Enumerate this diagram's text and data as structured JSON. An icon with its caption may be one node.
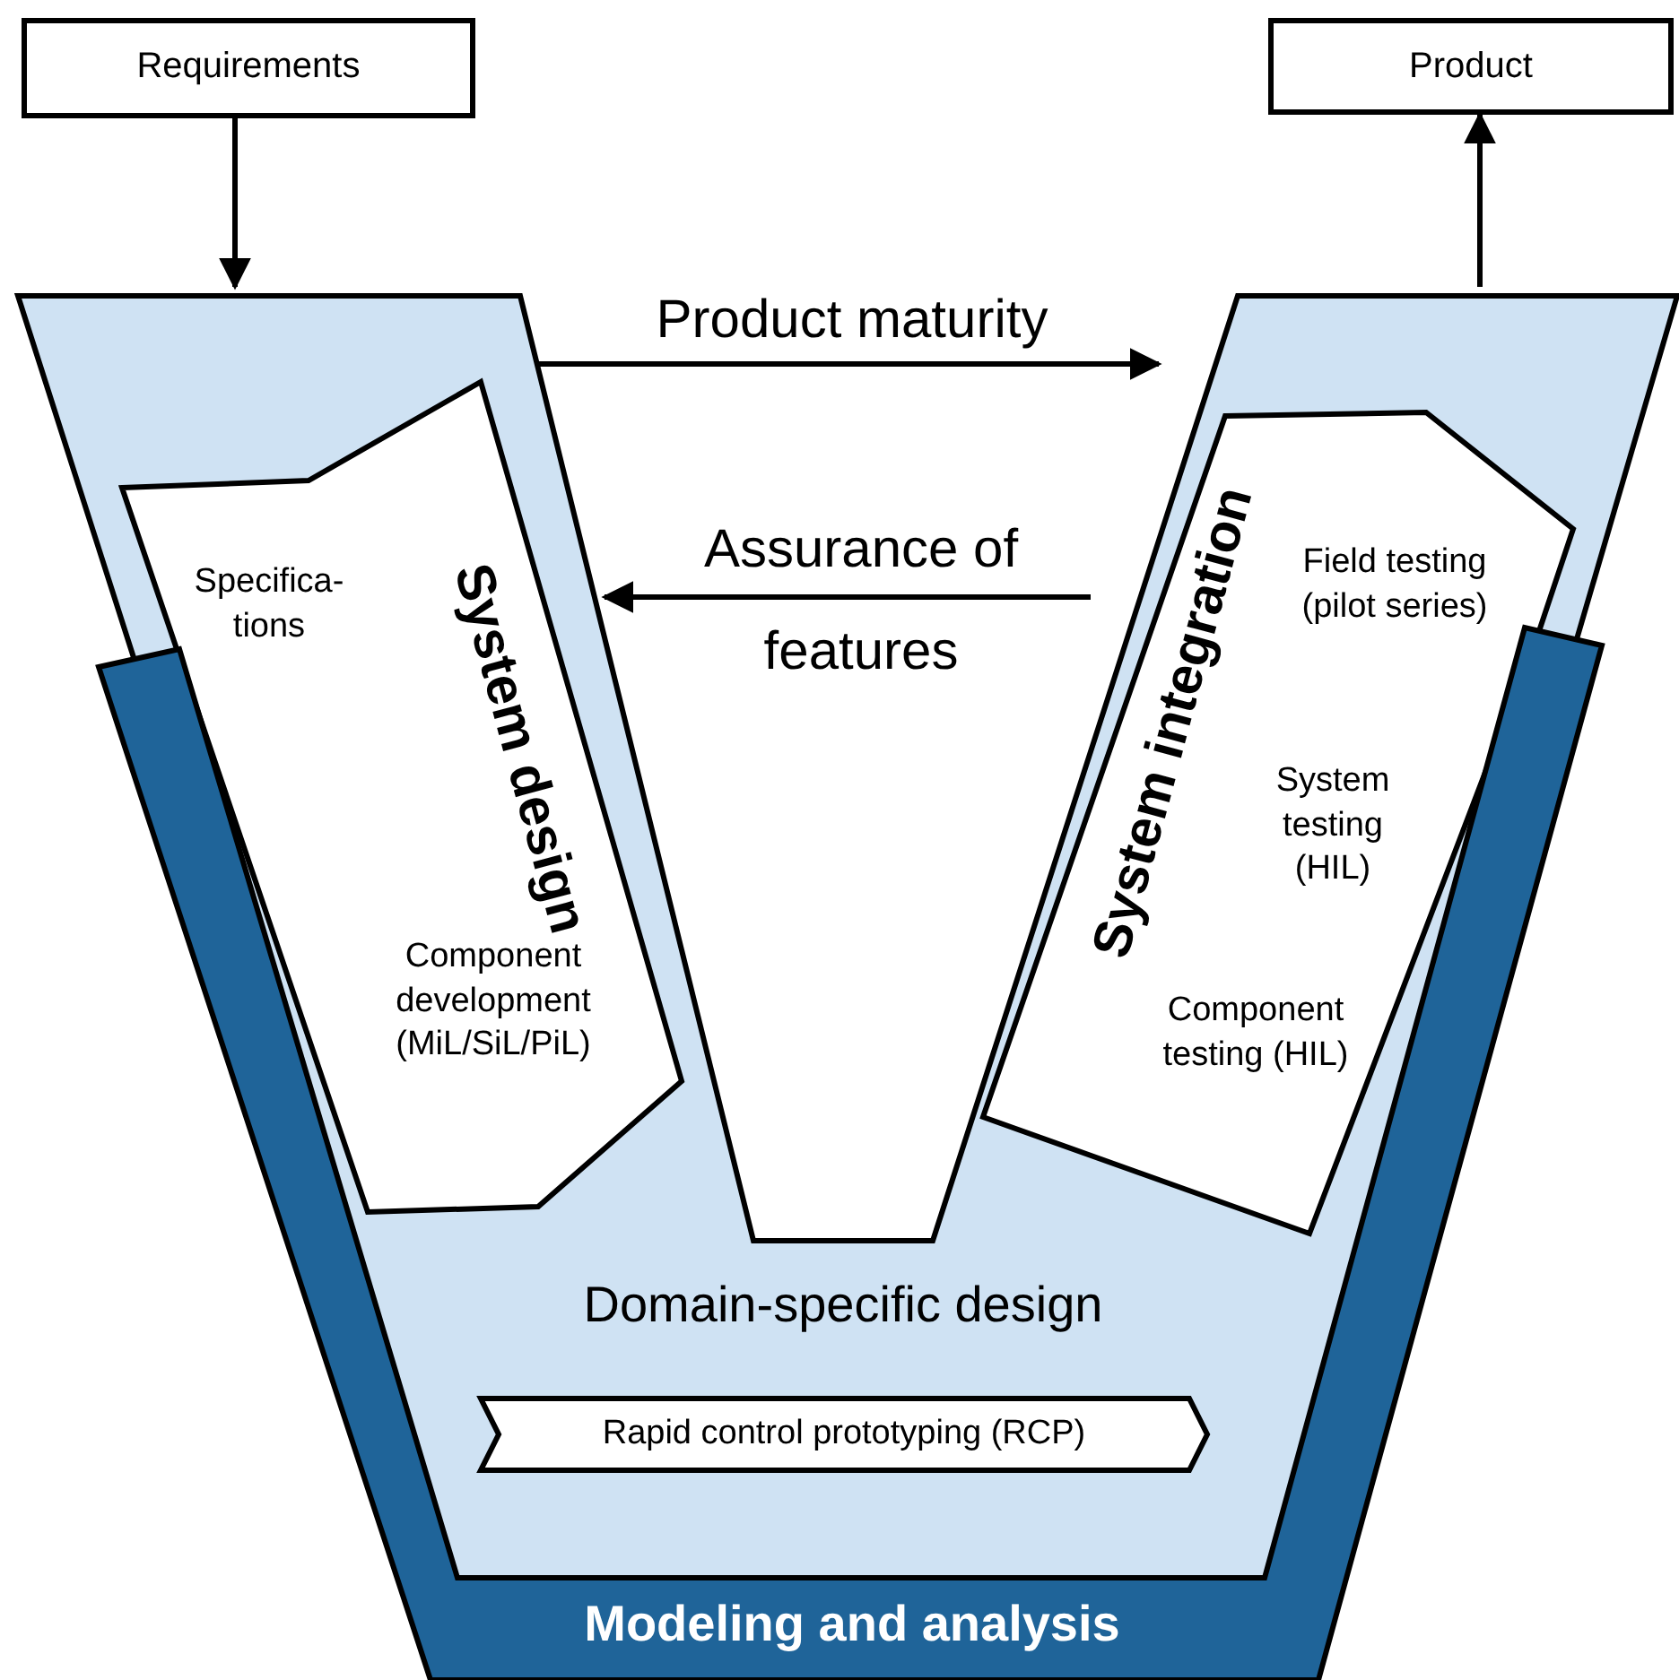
{
  "diagram": {
    "nodes": [
      {
        "text": [
          "Requirements"
        ]
      },
      {
        "text": [
          "Product"
        ]
      },
      {
        "text": [
          "Domain-specific design"
        ]
      },
      {
        "text": [
          "System design",
          "Specifica- tions",
          "Component development (MiL/SiL/PiL)"
        ],
        "in": 2
      },
      {
        "text": [
          "System integration",
          "Field testing (pilot series)",
          "System testing (HIL)",
          "Component testing (HIL)"
        ],
        "in": 2
      },
      {
        "text": [
          "Rapid control prototyping (RCP)"
        ],
        "in": 2
      },
      {
        "text": [
          "Modeling and analysis"
        ]
      }
    ],
    "edges": [
      {
        "from": 0,
        "to": 2,
        "arrow": "to"
      },
      {
        "from": 2,
        "to": 1,
        "arrow": "to"
      }
    ],
    "labels": [
      "Product maturity",
      "Assurance of features"
    ]
  }
}
